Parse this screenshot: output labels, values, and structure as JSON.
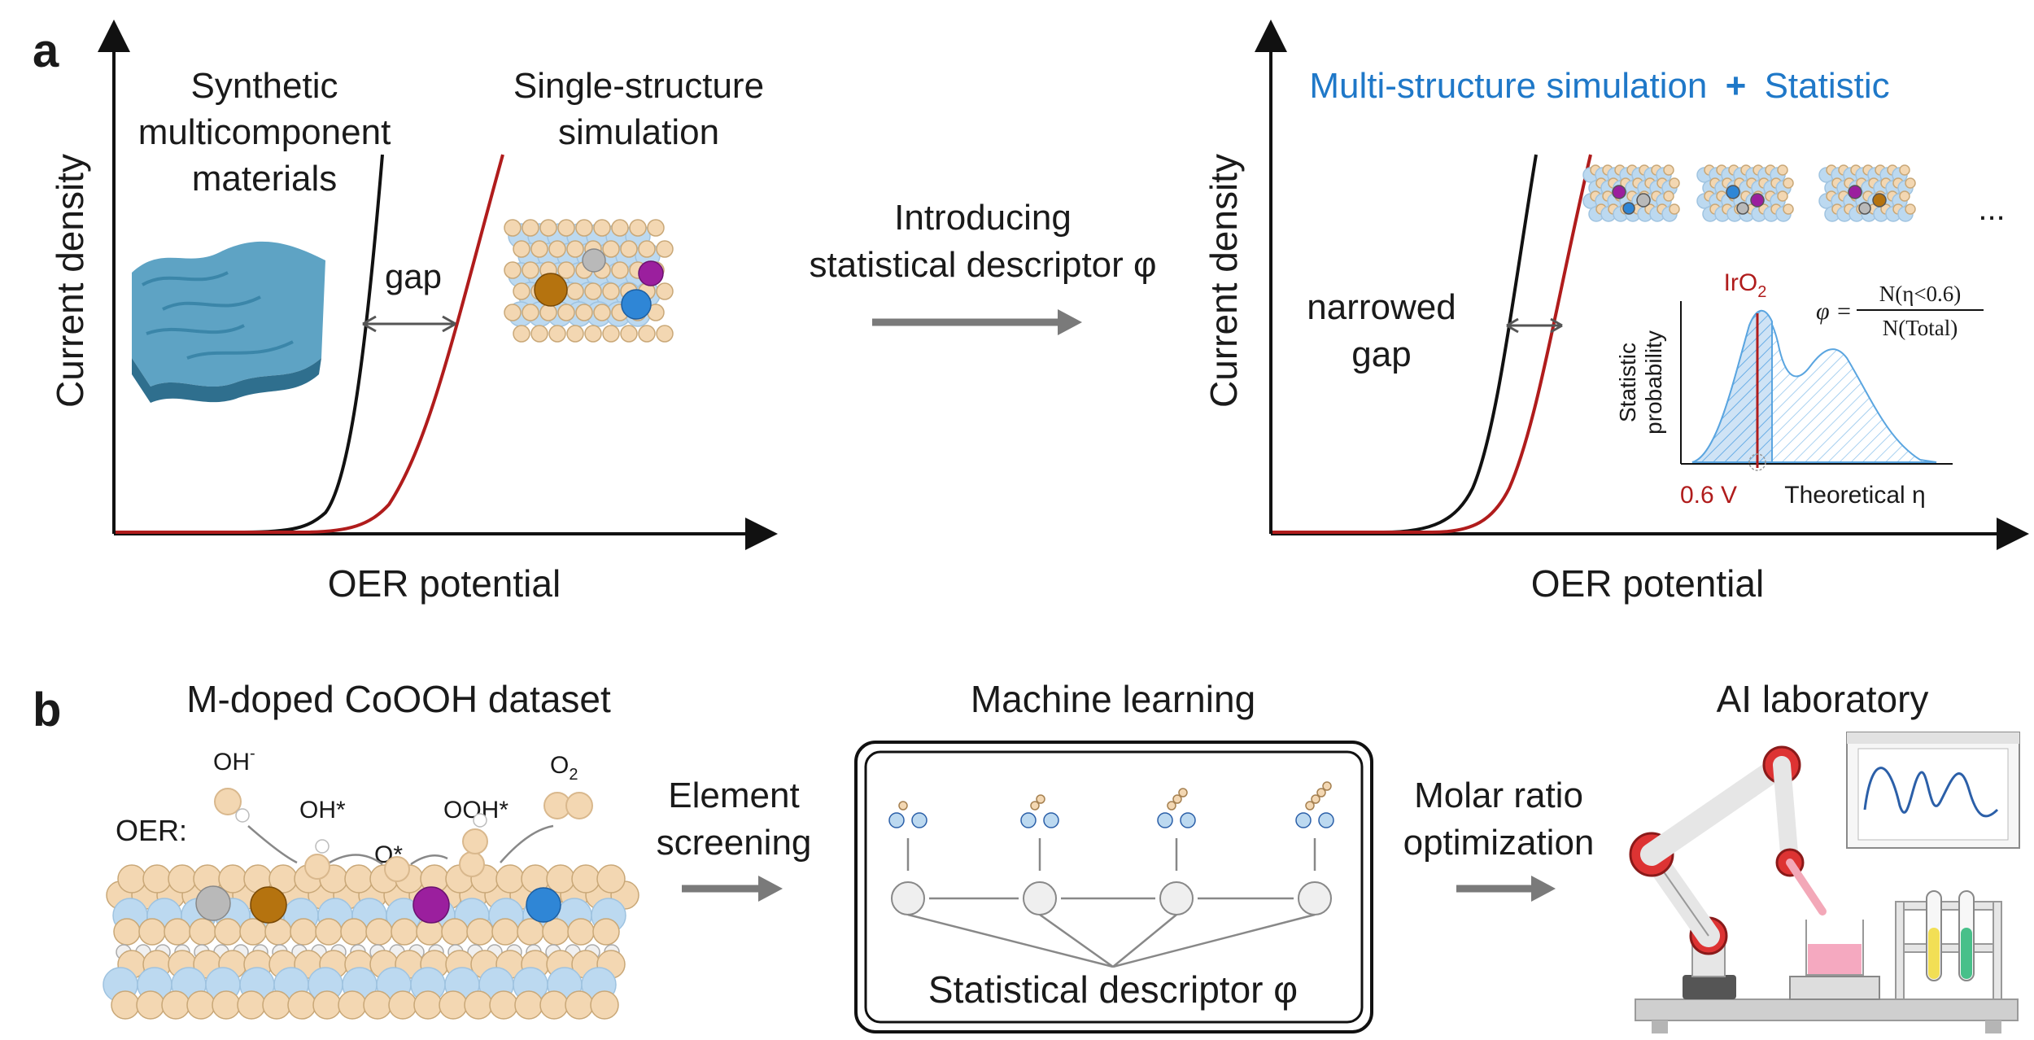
{
  "panel_a": {
    "label": "a",
    "left_plot": {
      "ylabel": "Current density",
      "xlabel": "OER potential",
      "synthetic_label": [
        "Synthetic",
        "multicomponent",
        "materials"
      ],
      "single_label": [
        "Single-structure",
        "simulation"
      ],
      "gap_label": "gap"
    },
    "middle": {
      "line1": "Introducing",
      "line2": "statistical descriptor φ"
    },
    "right_plot": {
      "ylabel": "Current density",
      "xlabel": "OER potential",
      "title_part1": "Multi-structure simulation",
      "title_plus": "+",
      "title_part2": "Statistic",
      "ellipsis": "...",
      "narrowed_label": [
        "narrowed",
        "gap"
      ],
      "inset": {
        "ylabel": [
          "Statistic",
          "probability"
        ],
        "xlabel": "Theoretical η",
        "marker_label": "IrO",
        "marker_sub": "2",
        "threshold_label": "0.6 V",
        "formula_lhs": "φ =",
        "formula_num": "N(η<0.6)",
        "formula_den": "N(Total)"
      }
    }
  },
  "panel_b": {
    "label": "b",
    "dataset_title": "M-doped CoOOH dataset",
    "oer_label": "OER:",
    "species": {
      "oh_minus": "OH",
      "oh_minus_sup": "-",
      "oh_star": "OH*",
      "o_star": "O*",
      "ooh_star": "OOH*",
      "o2": "O",
      "o2_sub": "2"
    },
    "step1": [
      "Element",
      "screening"
    ],
    "ml_title": "Machine learning",
    "ml_descriptor": "Statistical descriptor φ",
    "step2": [
      "Molar ratio",
      "optimization"
    ],
    "lab_title": "AI laboratory"
  },
  "colors": {
    "black_curve": "#111111",
    "red_curve": "#b01c1c",
    "blue_title": "#1f78c8",
    "arrow_gray": "#7a7a7a",
    "atom_peach": "#f3d7b2",
    "atom_blue": "#bcd9f0",
    "dopant_brown": "#b5730f",
    "dopant_purple": "#9b1f9e",
    "dopant_blue": "#2f86d6"
  }
}
